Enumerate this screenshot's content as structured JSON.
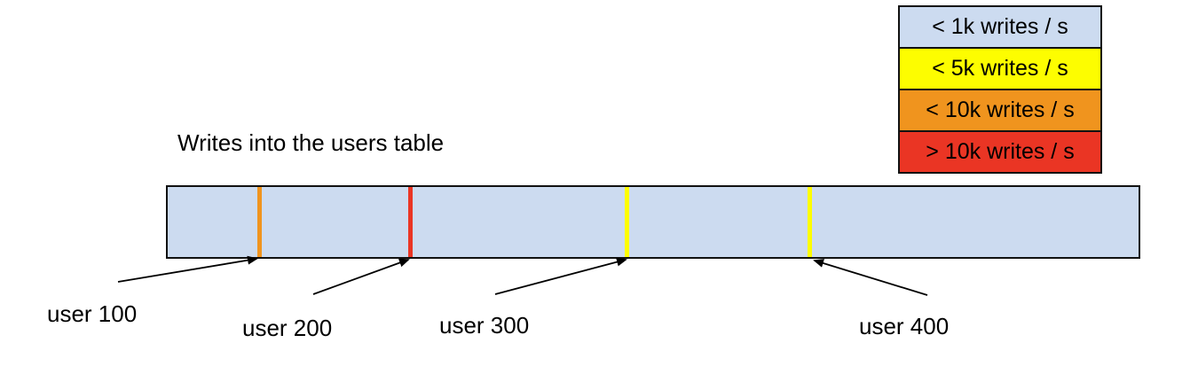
{
  "title": "Writes into the users table",
  "legend": {
    "items": [
      {
        "label": "< 1k writes / s",
        "color": "#ccdbf0"
      },
      {
        "label": "< 5k writes / s",
        "color": "#fdfd00"
      },
      {
        "label": "< 10k writes / s",
        "color": "#f0941e"
      },
      {
        "label": "> 10k writes / s",
        "color": "#ea3524"
      }
    ]
  },
  "table_bar": {
    "fill": "#ccdbf0",
    "border_color": "#111111",
    "markers": [
      {
        "user": "user 100",
        "rate": "< 10k writes / s",
        "color": "#f0941e"
      },
      {
        "user": "user 200",
        "rate": "> 10k writes / s",
        "color": "#ea3524"
      },
      {
        "user": "user 300",
        "rate": "< 5k writes / s",
        "color": "#fdfd00"
      },
      {
        "user": "user 400",
        "rate": "< 5k writes / s",
        "color": "#fdfd00"
      }
    ]
  }
}
